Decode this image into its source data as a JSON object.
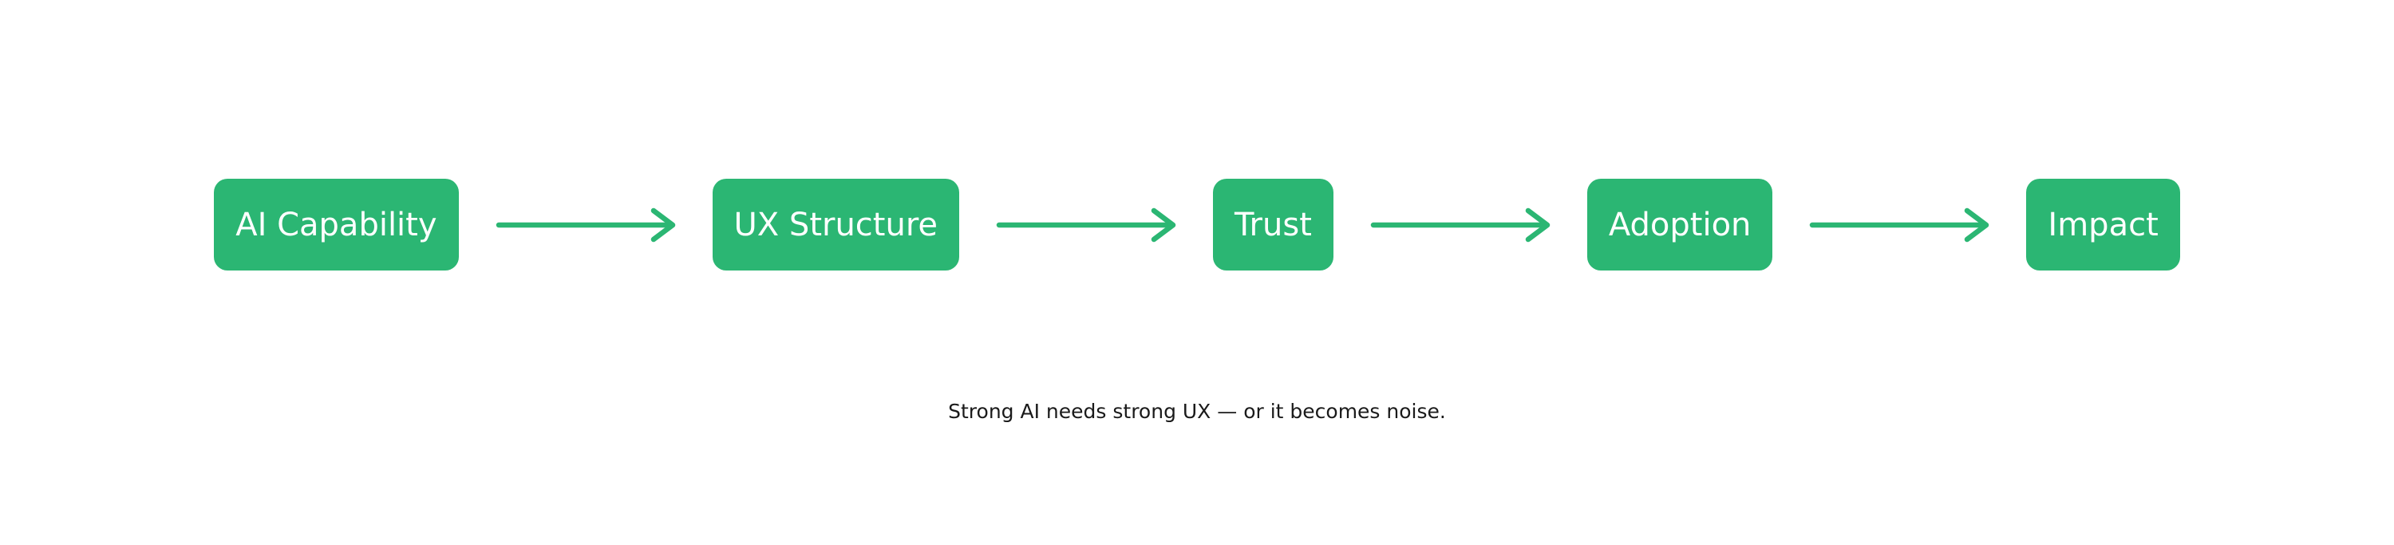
{
  "diagram": {
    "type": "flowchart",
    "direction": "left-to-right",
    "nodes": [
      {
        "id": "ai-capability",
        "label": "AI Capability"
      },
      {
        "id": "ux-structure",
        "label": "UX Structure"
      },
      {
        "id": "trust",
        "label": "Trust"
      },
      {
        "id": "adoption",
        "label": "Adoption"
      },
      {
        "id": "impact",
        "label": "Impact"
      }
    ],
    "edges": [
      {
        "from": "ai-capability",
        "to": "ux-structure"
      },
      {
        "from": "ux-structure",
        "to": "trust"
      },
      {
        "from": "trust",
        "to": "adoption"
      },
      {
        "from": "adoption",
        "to": "impact"
      }
    ],
    "caption": "Strong AI needs strong UX — or it becomes noise.",
    "colors": {
      "node_fill": "#2bb673",
      "node_text": "#ffffff",
      "arrow": "#2bb673",
      "caption_text": "#1a1a1a",
      "background": "#ffffff"
    }
  }
}
